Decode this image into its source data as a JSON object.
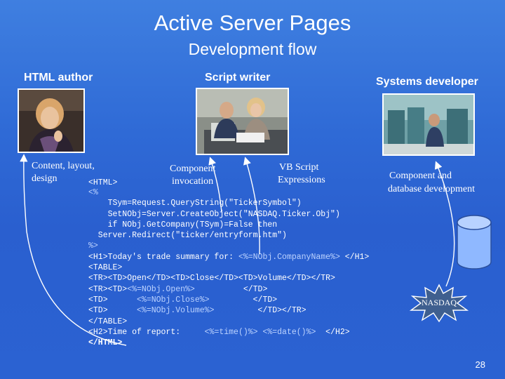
{
  "title": "Active Server Pages",
  "subtitle": "Development flow",
  "roles": {
    "html_author": "HTML author",
    "script_writer": "Script writer",
    "systems_developer": "Systems developer"
  },
  "annotations": {
    "content_layout": "Content, layout,",
    "content_design": "design",
    "component_line1": "Component",
    "component_line2": "invocation",
    "vbscript_line1": "VB Script",
    "vbscript_line2": "Expressions",
    "compdev_line1": "Component and",
    "compdev_line2": "database development"
  },
  "code": {
    "html_open": "<HTML>",
    "script_open": "<%",
    "l1": "    TSym=Request.QueryString(\"TickerSymbol\")",
    "l2": "    SetNObj=Server.CreateObject(\"NASDAQ.Ticker.Obj\")",
    "l3": "    if NObj.GetCompany(TSym)=False then",
    "l4": "  Server.Redirect(\"ticker/entryform.htm\")",
    "script_close": "%>",
    "h1_a": "<H1>Today's trade summary for: ",
    "h1_b": "<%=NObj.CompanyName%>",
    "h1_c": " </H1>",
    "table_open": "<TABLE>",
    "row1": "<TR><TD>Open</TD><TD>Close</TD><TD>Volume</TD></TR>",
    "row2_a": "<TR><TD>",
    "row2_b": "<%=NObj.Open%>",
    "row2_c": "          </TD>",
    "row3_a": "<TD>      ",
    "row3_b": "<%=NObj.Close%>",
    "row3_c": "         </TD>",
    "row4_a": "<TD>      ",
    "row4_b": "<%=NObj.Volume%>",
    "row4_c": "         </TD></TR>",
    "table_close": "</TABLE>",
    "h2_a": "<H2>Time of report:     ",
    "h2_b": "<%=time()%> <%=date()%>",
    "h2_c": "  </H2>",
    "html_close": "</HTML>"
  },
  "database": {
    "label": "NASDAQ"
  },
  "page_number": "28",
  "colors": {
    "background": "#2f6ad6",
    "text": "#ffffff",
    "database": "#8fb8ff"
  }
}
